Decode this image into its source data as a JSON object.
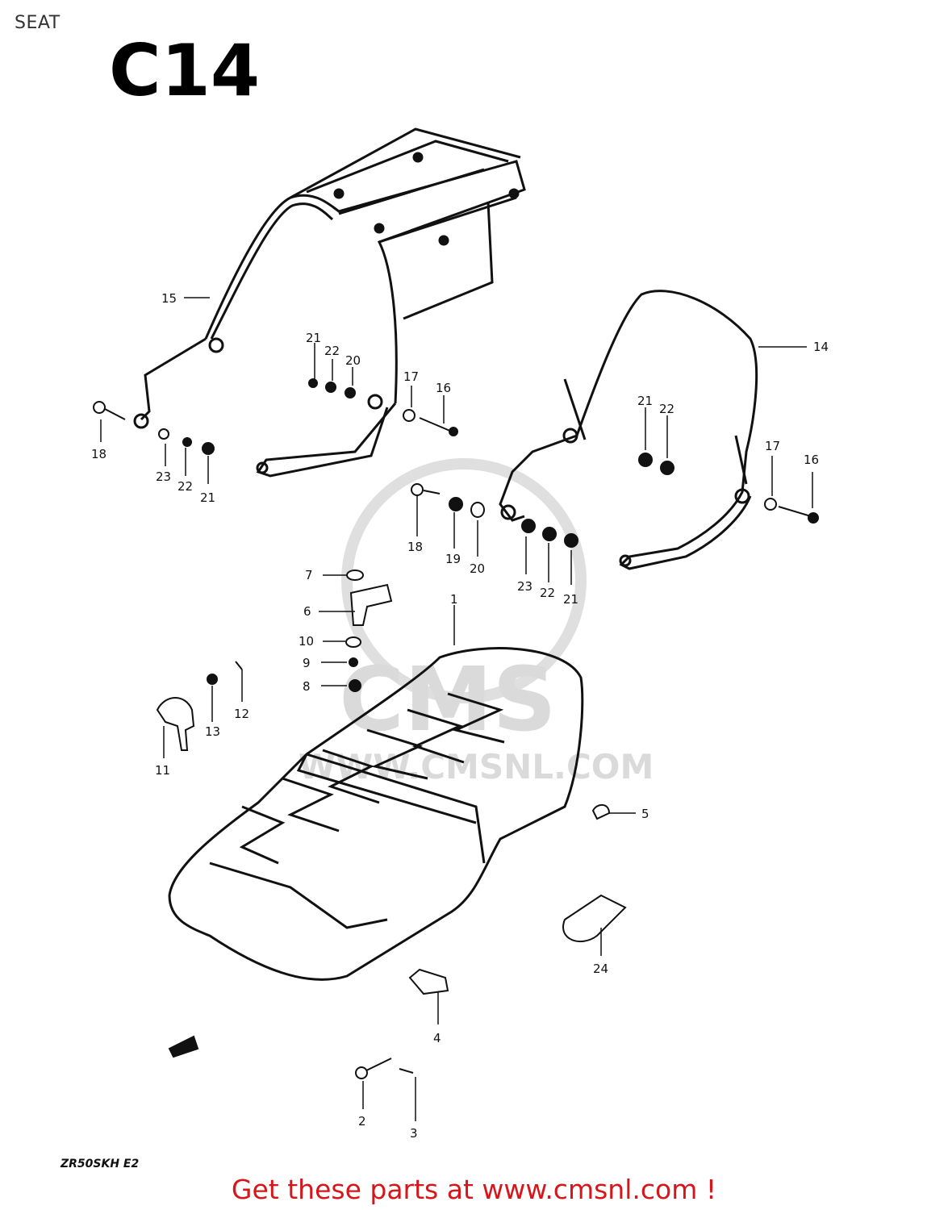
{
  "header": {
    "title": "SEAT"
  },
  "diagram": {
    "code": "C14",
    "model": "ZR50SKH E2",
    "watermark": {
      "logo": "CMS",
      "url": "WWW.CMSNL.COM"
    },
    "callouts": {
      "c1": "1",
      "c2": "2",
      "c3": "3",
      "c4": "4",
      "c5": "5",
      "c6": "6",
      "c7": "7",
      "c8": "8",
      "c9": "9",
      "c10": "10",
      "c11": "11",
      "c12": "12",
      "c13": "13",
      "c14": "14",
      "c15": "15",
      "c16a": "16",
      "c16b": "16",
      "c17a": "17",
      "c17b": "17",
      "c18a": "18",
      "c18b": "18",
      "c19": "19",
      "c20a": "20",
      "c20b": "20",
      "c21a": "21",
      "c21b": "21",
      "c21c": "21",
      "c21d": "21",
      "c22a": "22",
      "c22b": "22",
      "c22c": "22",
      "c22d": "22",
      "c23a": "23",
      "c23b": "23",
      "c24": "24"
    }
  },
  "footer": {
    "text": "Get these parts at www.cmsnl.com !",
    "color": "#d6161b"
  }
}
